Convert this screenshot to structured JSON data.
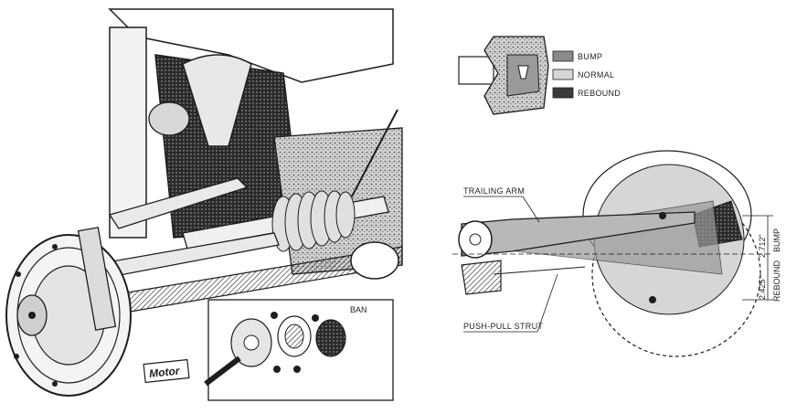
{
  "legend": {
    "items": [
      {
        "label": "BUMP",
        "color": "#8a8a8a"
      },
      {
        "label": "NORMAL",
        "color": "#d6d6d6"
      },
      {
        "label": "REBOUND",
        "color": "#3a3a3a"
      }
    ]
  },
  "suspension": {
    "trailing_arm_label": "TRAILING ARM",
    "strut_label": "PUSH-PULL STRUT",
    "bump_dim": "2.712\"",
    "bump_word": "BUMP",
    "rebound_dim": "2.425\"",
    "rebound_word": "REBOUND"
  },
  "engraving": {
    "publisher": "Motor",
    "artist_initials": "BAN"
  },
  "colors": {
    "ink": "#1e1e1e",
    "dark_fill": "#2a2a2a",
    "mid_fill": "#9a9a9a",
    "light_fill": "#e2e2e2"
  }
}
